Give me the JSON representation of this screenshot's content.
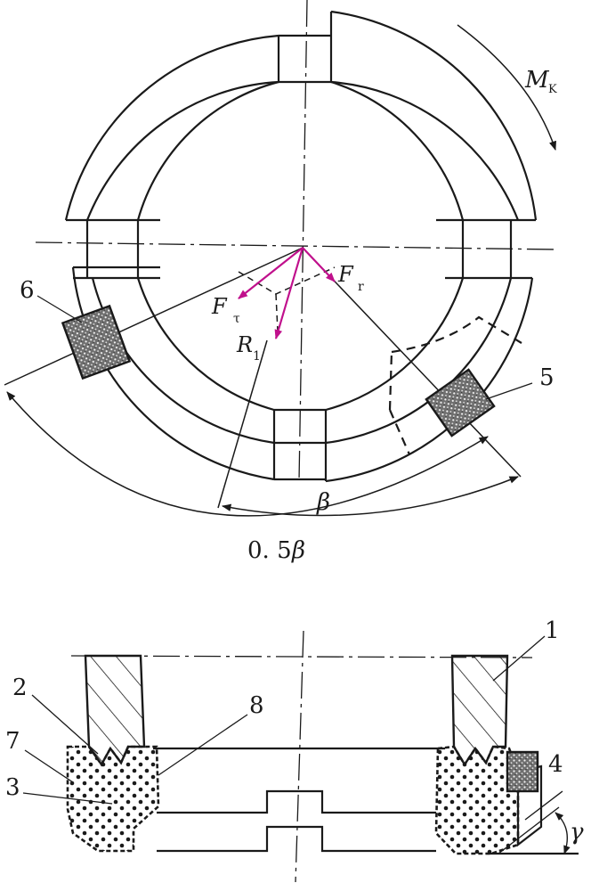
{
  "top_view": {
    "moment_label": "M",
    "moment_sub": "K",
    "force_tangential": "F",
    "force_tangential_sub": "τ",
    "force_radial": "F",
    "force_radial_sub": "r",
    "resultant": "R",
    "resultant_sub": "1",
    "angle_beta": "β",
    "angle_half_prefix": "0. 5",
    "angle_half_symbol": "β",
    "callout_6": "6",
    "callout_5": "5"
  },
  "section_view": {
    "callout_1": "1",
    "callout_2": "2",
    "callout_3": "3",
    "callout_4": "4",
    "callout_7": "7",
    "callout_8": "8",
    "angle_gamma": "γ"
  },
  "colors": {
    "line": "#1a1a1a",
    "force_arrow": "#c0108c",
    "insert_fill": "#8a8a8a"
  }
}
